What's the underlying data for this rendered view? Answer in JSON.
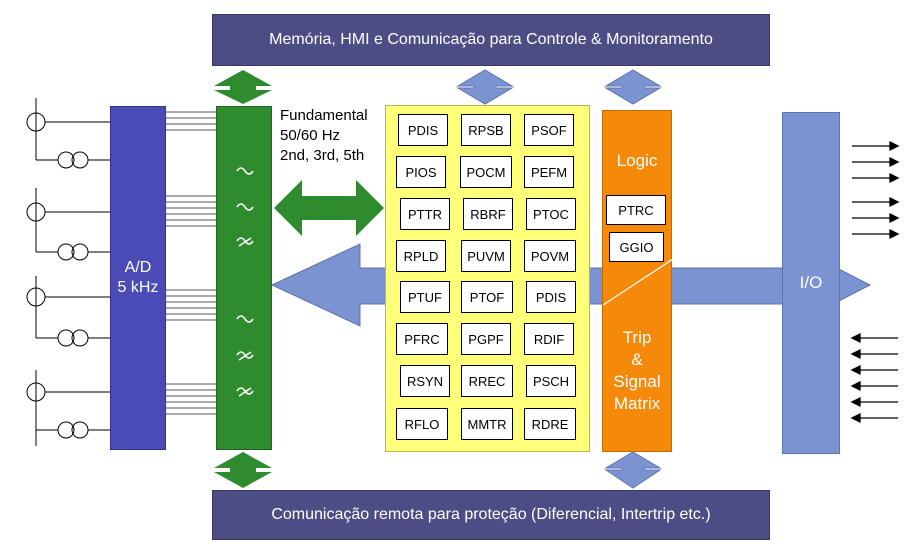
{
  "top_bar": "Memória, HMI e Comunicação para Controle & Monitoramento",
  "bottom_bar": "Comunicação remota para proteção (Diferencial, Intertrip etc.)",
  "ad_block": {
    "line1": "A/D",
    "line2": "5 kHz"
  },
  "filter_note": {
    "line1": "Fundamental",
    "line2": "50/60 Hz",
    "line3": "2nd, 3rd, 5th"
  },
  "functions": [
    [
      "PDIS",
      "RPSB",
      "PSOF"
    ],
    [
      "PIOS",
      "POCM",
      "PEFM"
    ],
    [
      "PTTR",
      "RBRF",
      "PTOC"
    ],
    [
      "RPLD",
      "PUVM",
      "POVM"
    ],
    [
      "PTUF",
      "PTOF",
      "PDIS"
    ],
    [
      "PFRC",
      "PGPF",
      "RDIF"
    ],
    [
      "RSYN",
      "RREC",
      "PSCH"
    ],
    [
      "RFLO",
      "MMTR",
      "RDRE"
    ]
  ],
  "logic_block": {
    "title": "Logic",
    "items": [
      "PTRC",
      "GGIO"
    ],
    "trip_lines": [
      "Trip",
      "&",
      "Signal",
      "Matrix"
    ]
  },
  "io_block": "I/O",
  "colors": {
    "bar": "#4d4d85",
    "ad": "#4b4bb8",
    "filter": "#2e8b2e",
    "functions": "#ffff7a",
    "logic": "#f58a0a",
    "io": "#7b93d1",
    "arrow_blue": "#7b93d1",
    "arrow_green": "#2e8b2e"
  }
}
